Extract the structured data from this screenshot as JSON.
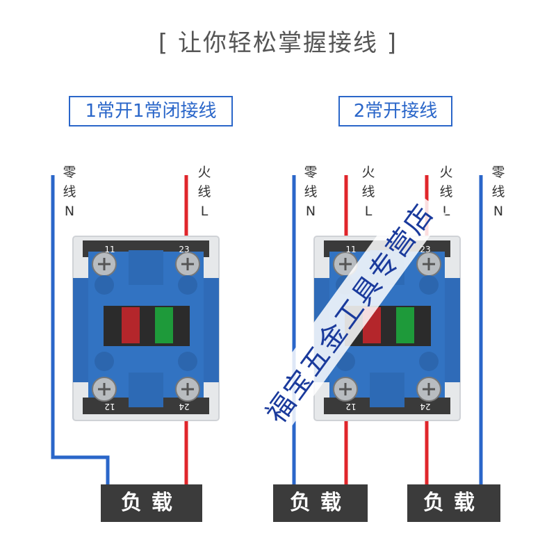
{
  "title": "[ 让你轻松掌握接线 ]",
  "diagrams": [
    {
      "label": "1常开1常闭接线",
      "wires": [
        {
          "chars": [
            "零",
            "线",
            "N"
          ],
          "color": "#2a66c9"
        },
        {
          "chars": [
            "火",
            "线",
            "L"
          ],
          "color": "#e0262b"
        }
      ],
      "terminals": [
        "11",
        "23",
        "12",
        "24"
      ],
      "load": "负载"
    },
    {
      "label": "2常开接线",
      "wires": [
        {
          "chars": [
            "零",
            "线",
            "N"
          ],
          "color": "#2a66c9"
        },
        {
          "chars": [
            "火",
            "线",
            "L"
          ],
          "color": "#e0262b"
        },
        {
          "chars": [
            "火",
            "线",
            "L"
          ],
          "color": "#e0262b"
        },
        {
          "chars": [
            "零",
            "线",
            "N"
          ],
          "color": "#2a66c9"
        }
      ],
      "terminals": [
        "11",
        "23",
        "12",
        "24"
      ],
      "loads": [
        "负载",
        "负载"
      ]
    }
  ],
  "watermark": "福宝五金工具专营店"
}
